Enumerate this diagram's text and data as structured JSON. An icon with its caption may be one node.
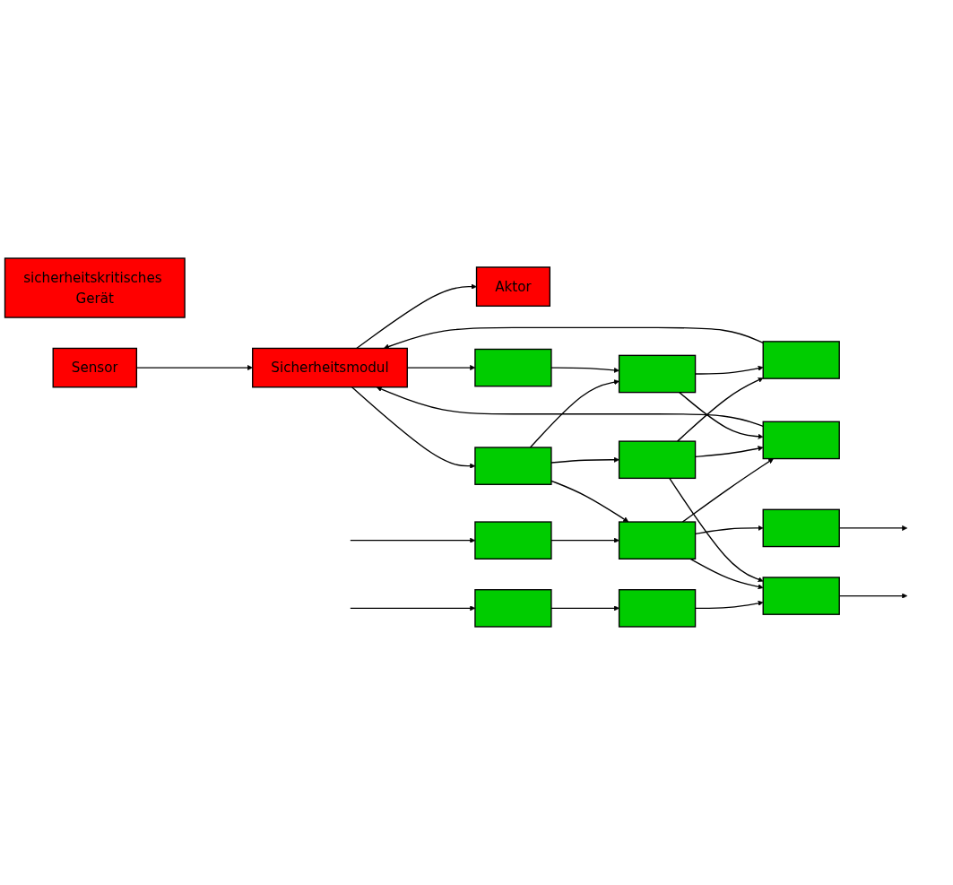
{
  "diagram": {
    "nodes": [
      {
        "text": [],
        "shape": "box"
      },
      {
        "text": [],
        "shape": "box"
      },
      {
        "text": [],
        "shape": "box"
      },
      {
        "text": [],
        "shape": "box"
      },
      {
        "text": [],
        "shape": "box"
      },
      {
        "text": [],
        "shape": "box"
      },
      {
        "text": [],
        "shape": "box"
      },
      {
        "text": [],
        "shape": "box"
      },
      {
        "text": [],
        "shape": "box"
      },
      {
        "text": [],
        "shape": "box"
      },
      {
        "text": [],
        "shape": "box"
      },
      {
        "text": [],
        "shape": "box"
      },
      {
        "text": [
          "Sicherheitsmodul"
        ]
      },
      {
        "text": [
          "Sensor"
        ]
      },
      {
        "text": [
          "Aktor"
        ]
      },
      {
        "text": [
          "sicherheitskritisches Gerät"
        ]
      }
    ],
    "edges": [
      {
        "from": null,
        "to": 0,
        "arrow": "to"
      },
      {
        "from": null,
        "to": 3,
        "arrow": "to"
      },
      {
        "from": 0,
        "to": 1,
        "arrow": "to"
      },
      {
        "from": 3,
        "to": 4,
        "arrow": "to"
      },
      {
        "from": 6,
        "to": 4,
        "arrow": "to"
      },
      {
        "from": 6,
        "to": 7,
        "arrow": "to"
      },
      {
        "from": 6,
        "to": 10,
        "arrow": "to"
      },
      {
        "from": 9,
        "to": 10,
        "arrow": "to"
      },
      {
        "from": 1,
        "to": 5,
        "arrow": "to"
      },
      {
        "from": 4,
        "to": 2,
        "arrow": "to"
      },
      {
        "from": 4,
        "to": 5,
        "arrow": "to"
      },
      {
        "from": 4,
        "to": 8,
        "arrow": "to"
      },
      {
        "from": 7,
        "to": 5,
        "arrow": "to"
      },
      {
        "from": 7,
        "to": 8,
        "arrow": "to"
      },
      {
        "from": 7,
        "to": 11,
        "arrow": "to"
      },
      {
        "from": 10,
        "to": 8,
        "arrow": "to"
      },
      {
        "from": 10,
        "to": 11,
        "arrow": "to"
      },
      {
        "from": 2,
        "to": null,
        "arrow": "to"
      },
      {
        "from": 5,
        "to": null,
        "arrow": "to"
      },
      {
        "from": 8,
        "to": 12,
        "arrow": "to"
      },
      {
        "from": 11,
        "to": 12,
        "arrow": "to"
      },
      {
        "from": 12,
        "to": 6,
        "arrow": "to"
      },
      {
        "from": 12,
        "to": 9,
        "arrow": "to"
      },
      {
        "from": 13,
        "to": 12,
        "arrow": "to"
      },
      {
        "from": 12,
        "to": 14,
        "arrow": "to"
      }
    ]
  }
}
